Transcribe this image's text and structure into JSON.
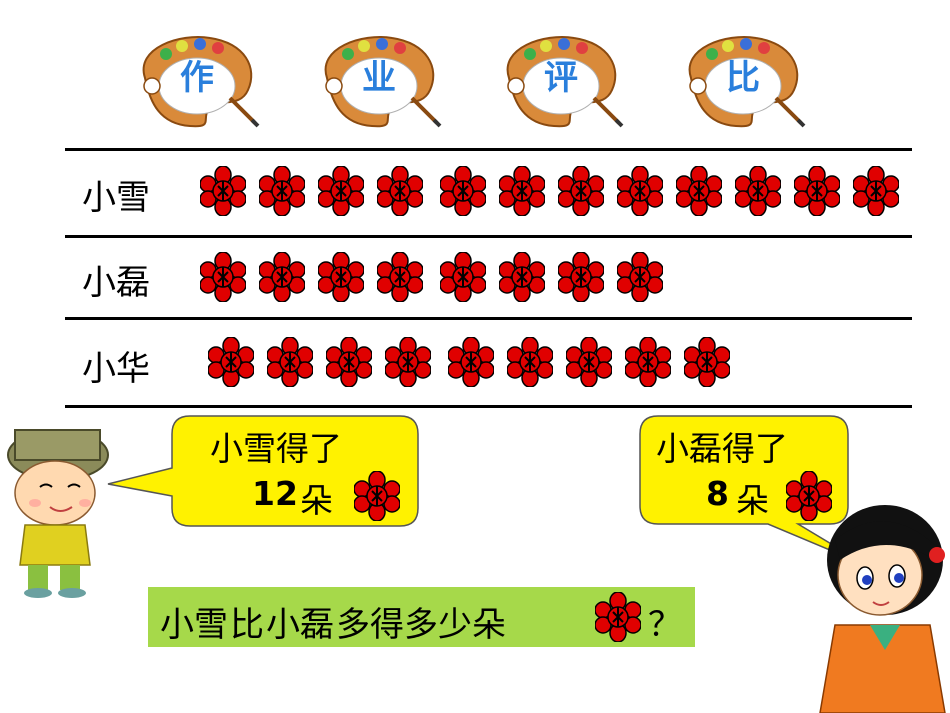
{
  "header": {
    "palettes": [
      {
        "label": "作"
      },
      {
        "label": "业"
      },
      {
        "label": "评"
      },
      {
        "label": "比"
      }
    ]
  },
  "table": {
    "rows": [
      {
        "name": "小雪",
        "flowers": 12
      },
      {
        "name": "小磊",
        "flowers": 8
      },
      {
        "name": "小华",
        "flowers": 9
      }
    ]
  },
  "bubble_left": {
    "line1": "小雪得了",
    "count": "12",
    "unit": "朵"
  },
  "bubble_right": {
    "line1": "小磊得了",
    "count": "8",
    "unit": "朵"
  },
  "question": {
    "part1": "小雪",
    "part2": "比",
    "part3": "小磊",
    "part4": "多得多少朵",
    "part5": "？"
  },
  "colors": {
    "flower": "#e00000",
    "palette_text": "#2a7fdc",
    "bubble": "#fff200",
    "question_bg": "#a6d94a"
  },
  "icons": {
    "flower": "red-flower-icon",
    "palette": "paint-palette-icon",
    "boy": "boy-cartoon-icon",
    "girl": "girl-cartoon-icon"
  }
}
